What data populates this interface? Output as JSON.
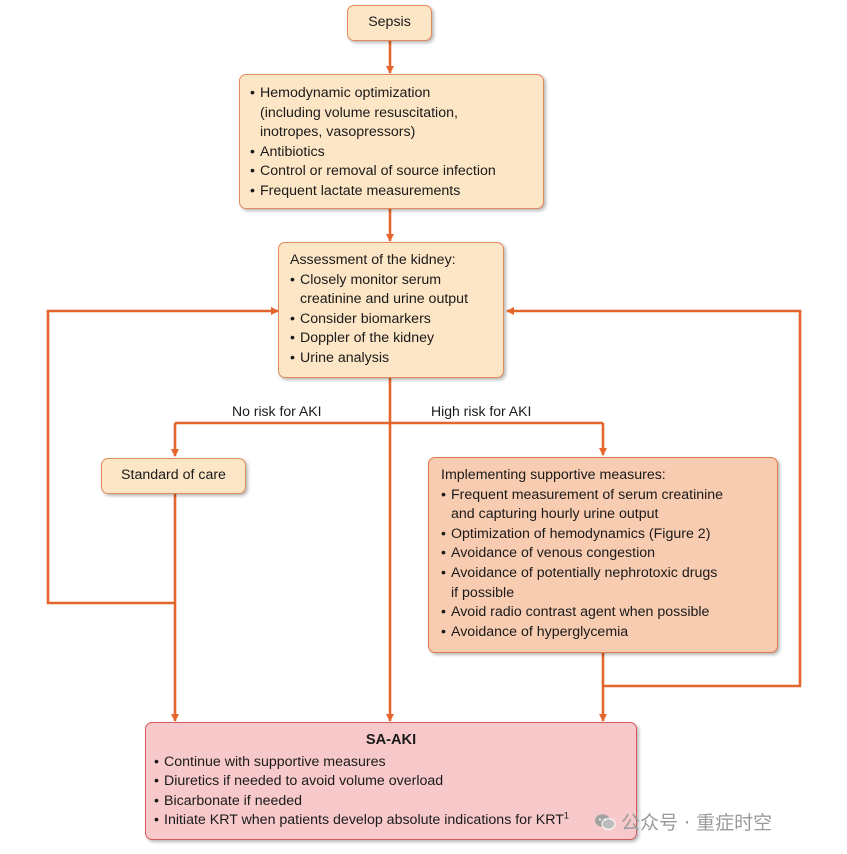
{
  "colors": {
    "arrow": "#e4662c",
    "box_light_fill": "#fde6c6",
    "box_mid_fill": "#f8ccb1",
    "box_pink_fill": "#f8c9cb"
  },
  "sepsis": {
    "label": "Sepsis"
  },
  "management": {
    "items": [
      "Hemodynamic optimization",
      "(including volume resuscitation,",
      "inotropes, vasopressors)",
      "Antibiotics",
      "Control or removal of source infection",
      "Frequent lactate measurements"
    ]
  },
  "assessment": {
    "title": "Assessment of the kidney:",
    "items": [
      "Closely monitor serum",
      "creatinine and urine output",
      "Consider biomarkers",
      "Doppler of the kidney",
      "Urine analysis"
    ]
  },
  "edges": {
    "no_risk": "No risk for AKI",
    "high_risk": "High risk for AKI"
  },
  "standard_care": {
    "label": "Standard of care"
  },
  "supportive": {
    "title": "Implementing supportive measures:",
    "items": [
      "Frequent measurement of serum creatinine",
      "and capturing hourly urine output",
      "Optimization of hemodynamics (Figure 2)",
      "Avoidance of venous congestion",
      "Avoidance of potentially nephrotoxic drugs",
      "if possible",
      "Avoid radio contrast agent when possible",
      "Avoidance of hyperglycemia"
    ]
  },
  "saaki": {
    "title": "SA-AKI",
    "items": [
      "Continue with supportive measures",
      "Diuretics if needed to avoid volume overload",
      "Bicarbonate if needed",
      "Initiate KRT when patients develop absolute indications for KRT"
    ],
    "footnote_mark": "1"
  },
  "watermark": {
    "text": "公众号 · 重症时空",
    "icon": "wechat-logo-icon"
  }
}
